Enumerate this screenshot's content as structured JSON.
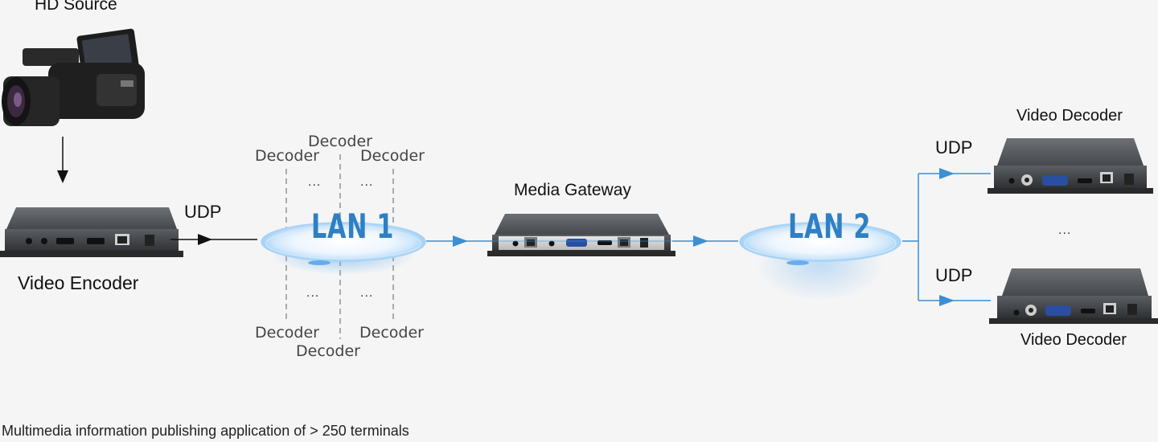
{
  "hd_source": "HD Source",
  "video_encoder": "Video Encoder",
  "udp_encoder": "UDP",
  "lan1": "LAN 1",
  "lan2": "LAN 2",
  "media_gateway": "Media Gateway",
  "decoder": "Decoder",
  "ellipsis": "...",
  "video_decoder_top": "Video Decoder",
  "video_decoder_bottom": "Video Decoder",
  "udp_top": "UDP",
  "udp_bottom": "UDP",
  "decoder_ellipsis": "...",
  "caption": "Multimedia information publishing application of > 250 terminals",
  "colors": {
    "arrow_blue": "#3c8fd4",
    "lan_text": "#2f7fc4",
    "device_body": "#3a3c3f"
  }
}
